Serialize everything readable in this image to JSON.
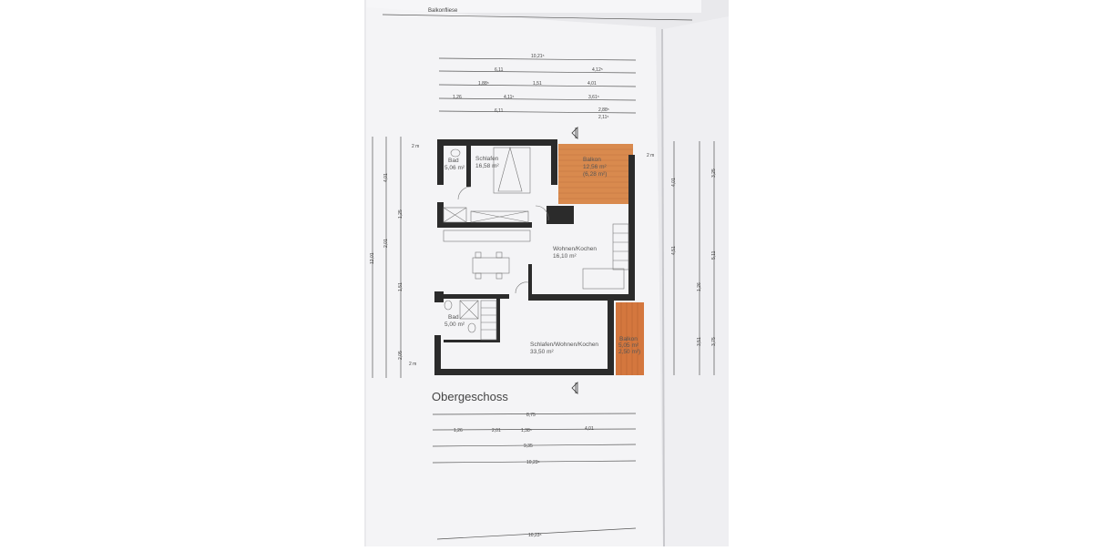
{
  "top_caption": "Balkonfliese",
  "floor_title": "Obergeschoss",
  "colors": {
    "wall": "#2b2b2b",
    "balcony": "#d98a4e",
    "paper": "#f4f4f6"
  },
  "rooms": [
    {
      "name": "Bad",
      "area": "5,06 m²"
    },
    {
      "name": "Schlafen",
      "area": "16,58 m²"
    },
    {
      "name": "Balkon",
      "area": "12,56 m²",
      "area2": "(6,28 m²)"
    },
    {
      "name": "Wohnen/Kochen",
      "area": "16,10 m²"
    },
    {
      "name": "Bad",
      "area": "5,00 m²"
    },
    {
      "name": "Schlafen/Wohnen/Kochen",
      "area": "33,50 m²"
    },
    {
      "name": "Balkon",
      "area": "5,05 m²",
      "area2": "2,50 m²)"
    }
  ],
  "dimensions_top": [
    "10,21⁵",
    "6,11",
    "4,12⁵",
    "1,88⁵",
    "1,51",
    "4,01",
    "1,26",
    "4,11⁵",
    "3,61⁵",
    "6,11",
    "2,88⁵",
    "2,11⁵"
  ],
  "dimensions_bottom": [
    "8,75",
    "1,26",
    "2,01",
    "1,38⁵",
    "4,01",
    "9,35",
    "10,23⁵"
  ],
  "dimensions_left": [
    "4,01",
    "2,01",
    "1,25",
    "1,51",
    "2,05",
    "12,01"
  ],
  "dimensions_right": [
    "4,01",
    "4,51",
    "1,26",
    "3,51",
    "3,25",
    "5,11",
    "3,75"
  ],
  "level_marks": [
    "2 m",
    "2 m",
    "2 m"
  ],
  "bottom_dimension": "10,23⁵"
}
